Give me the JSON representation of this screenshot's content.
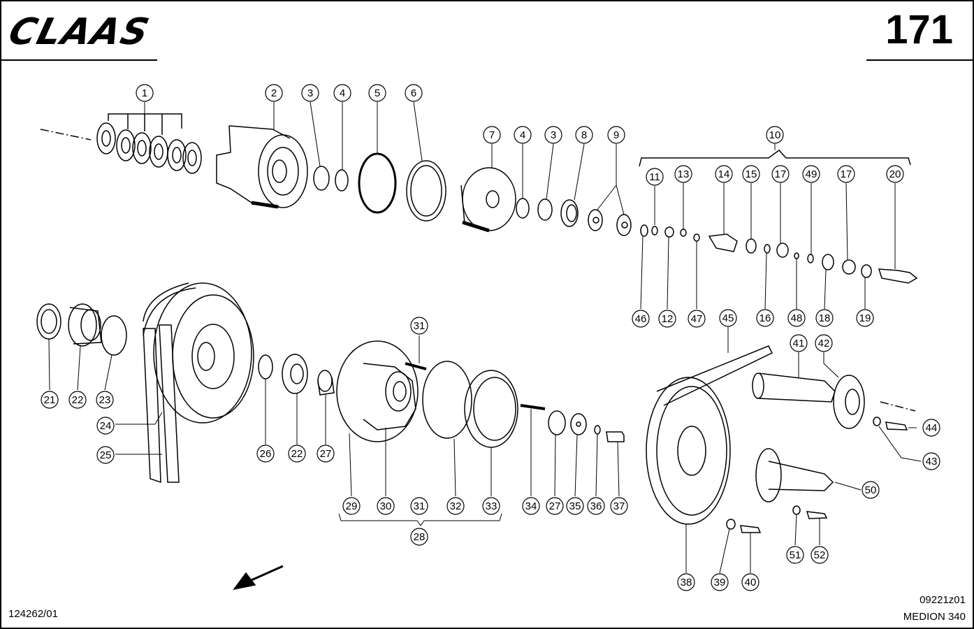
{
  "header": {
    "brand": "CLAAS",
    "page_number": "171"
  },
  "footer": {
    "left_code": "124262/01",
    "drawing_code": "09221z01",
    "model": "MEDION 340"
  },
  "callouts": {
    "c1": "1",
    "c2": "2",
    "c3a": "3",
    "c4a": "4",
    "c5": "5",
    "c6": "6",
    "c7": "7",
    "c4b": "4",
    "c3b": "3",
    "c8": "8",
    "c9": "9",
    "c10": "10",
    "c11": "11",
    "c13": "13",
    "c14": "14",
    "c15": "15",
    "c17a": "17",
    "c49": "49",
    "c17b": "17",
    "c20": "20",
    "c46": "46",
    "c12": "12",
    "c47": "47",
    "c16": "16",
    "c48": "48",
    "c18": "18",
    "c19": "19",
    "c21": "21",
    "c22a": "22",
    "c23": "23",
    "c24": "24",
    "c25": "25",
    "c26": "26",
    "c22b": "22",
    "c27a": "27",
    "c31a": "31",
    "c29": "29",
    "c30": "30",
    "c31b": "31",
    "c32": "32",
    "c33": "33",
    "c28": "28",
    "c34": "34",
    "c27b": "27",
    "c35": "35",
    "c36": "36",
    "c37": "37",
    "c45": "45",
    "c41": "41",
    "c42": "42",
    "c44": "44",
    "c43": "43",
    "c50": "50",
    "c38": "38",
    "c39": "39",
    "c40": "40",
    "c51": "51",
    "c52": "52"
  },
  "colors": {
    "ink": "#000000",
    "paper": "#ffffff"
  }
}
